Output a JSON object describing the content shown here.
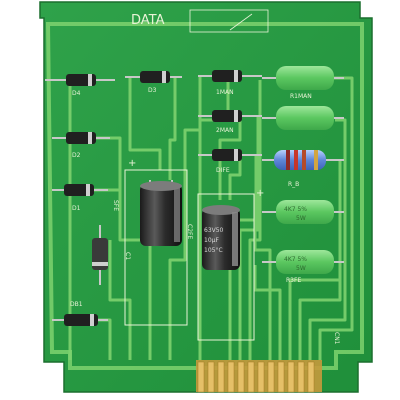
{
  "board": {
    "header_label": "DATA",
    "part_labels": {
      "d4": "D4",
      "d3": "D3",
      "d2": "D2",
      "d1": "D1",
      "db1": "DB1",
      "man1": "1MAN",
      "man2": "2MAN",
      "dife": "DIFE",
      "r1man": "R1MAN",
      "r_b": "R_B",
      "r3fe": "R3FE",
      "c1": "C1",
      "c2fe": "C2FE",
      "sfe": "SFE",
      "cn1": "CN1"
    },
    "resistor_values": {
      "r4": "4K7 5%",
      "r4b": "5W",
      "r5": "4K7 5%",
      "r5b": "5W"
    },
    "capacitor_values": {
      "c_line1": "63V50",
      "c_line2": "10µF",
      "c_line3": "105°C"
    },
    "polarity": "+"
  }
}
